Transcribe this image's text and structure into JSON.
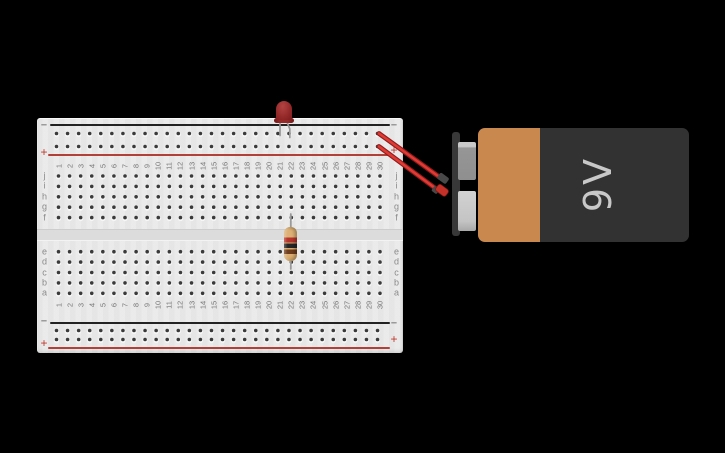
{
  "scene": {
    "background": "#000000"
  },
  "breadboard": {
    "labels": {
      "minus": "−",
      "plus": "+"
    },
    "columns": [
      "1",
      "2",
      "3",
      "4",
      "5",
      "6",
      "7",
      "8",
      "9",
      "10",
      "11",
      "12",
      "13",
      "14",
      "15",
      "16",
      "17",
      "18",
      "19",
      "20",
      "21",
      "22",
      "23",
      "24",
      "25",
      "26",
      "27",
      "28",
      "29",
      "30"
    ],
    "rows_top": [
      "j",
      "i",
      "h",
      "g",
      "f"
    ],
    "rows_bottom": [
      "e",
      "d",
      "c",
      "b",
      "a"
    ],
    "colors": {
      "board": "#eaeaea",
      "channel": "#dcdcdc",
      "hole_dark": "#3a3a3a",
      "hole_light": "#f7f7f7",
      "minus_line": "#222222",
      "plus_line": "#b04038",
      "label_gray": "#8a8a8a"
    }
  },
  "led": {
    "name": "red-led",
    "bulb_color": "#962a2a"
  },
  "resistor": {
    "body_color": "#ddb075",
    "band_colors": [
      "#b5342b",
      "#262626",
      "#6e3d1d"
    ]
  },
  "wires": {
    "color": "#e03a34",
    "outline": "#8f1c1c"
  },
  "battery": {
    "label": "9V",
    "body_color": "#323232",
    "wrap_color": "#c9894e",
    "terminal_color": "#c4c4c4",
    "clip_color": "#383838"
  }
}
